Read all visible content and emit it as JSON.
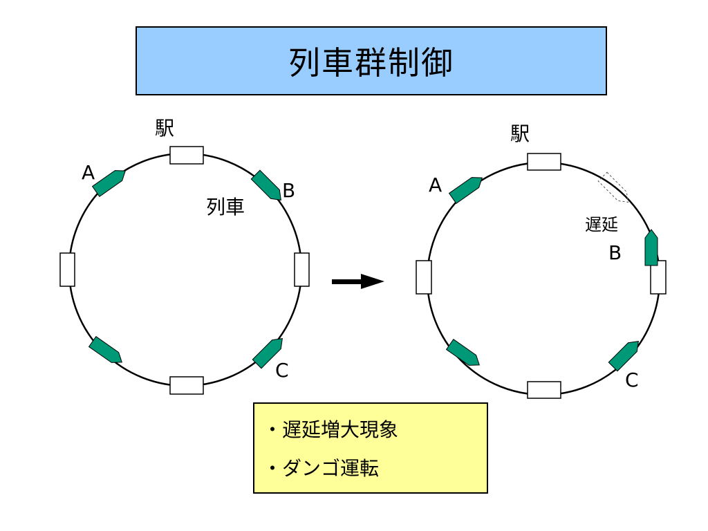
{
  "title": "列車群制御",
  "left_diagram": {
    "station_label": "駅",
    "train_label": "列車",
    "trains": [
      "A",
      "B",
      "C"
    ]
  },
  "right_diagram": {
    "station_label": "駅",
    "delay_label": "遅延",
    "trains": [
      "A",
      "B",
      "C"
    ]
  },
  "arrow": "right-arrow",
  "summary": {
    "items": [
      "・遅延増大現象",
      "・ダンゴ運転"
    ]
  },
  "colors": {
    "title_bg": "#99ccff",
    "train_fill": "#009977",
    "summary_bg": "#ffff99"
  }
}
